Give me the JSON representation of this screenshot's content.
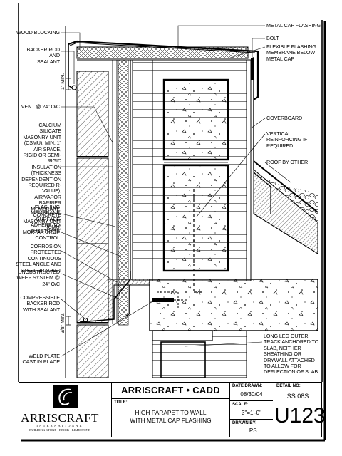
{
  "labels": {
    "wood_blocking": "WOOD BLOCKING",
    "backer_rod_sealant": "BACKER ROD AND SEALANT",
    "min_1": "1\" MIN.",
    "vent": "VENT @ 24\" O/C",
    "wall_assembly": "CALCIUM SILICATE MASONRY UNIT (CSMU), MIN. 1\" AIR SPACE, RIGID OR SEMI-RIGID INSULATION (THICKNESS DEPENDENT ON REQUIRED R-VALUE), AIR/VAPOR BARRIER MEMBRANE, CONCRETE MASONRY UNIT (CMU)",
    "flashing_membrane": "FLASHING MEMBRANE SURFACE ADHERE TO SUBSTRATE",
    "mortar_drop": "MORTAR DROP CONTROL",
    "corrosion_angle": "CORROSION PROTECTED CONTINUOUS STEEL ANGLE AND STEEL BRACKET",
    "weep_system": "UNOBSTRUCTED WEEP SYSTEM @ 24\" O/C",
    "compressible_rod": "COMPRESSIBLE BACKER ROD WITH SEALANT",
    "min_3_8": "3/8\" MIN.",
    "weld_plate": "WELD PLATE CAST IN PLACE",
    "metal_cap_flashing": "METAL CAP FLASHING",
    "bolt": "BOLT",
    "flexible_flashing": "FLEXIBLE FLASHING MEMBRANE BELOW METAL CAP",
    "coverboard": "COVERBOARD",
    "vertical_reinforcing": "VERTICAL REINFORCING IF REQUIRED",
    "roof_by_other": "ROOF BY OTHER",
    "long_leg_track": "LONG LEG OUTER TRACK ANCHORED TO SLAB, NEITHER SHEATHING OR DRYWALL ATTACHED TO ALLOW FOR DEFLECTION OF SLAB"
  },
  "title_block": {
    "brand": "ARRISCRAFT • CADD",
    "logo_name": "ARRISCRAFT",
    "logo_sub": "INTERNATIONAL",
    "logo_tagline": "BUILDING STONE · BRICK · LIMESTONE",
    "title_label": "TITLE:",
    "title_line1": "HIGH PARAPET TO WALL",
    "title_line2": "WITH METAL CAP FLASHING",
    "date_label": "DATE DRAWN:",
    "date_value": "08/30/04",
    "scale_label": "SCALE:",
    "scale_value": "3\"=1'-0\"",
    "drawn_label": "DRAWN BY:",
    "drawn_value": "LPS",
    "detail_label": "DETAIL No:",
    "detail_value": "SS 08S",
    "detail_number": "U123"
  }
}
